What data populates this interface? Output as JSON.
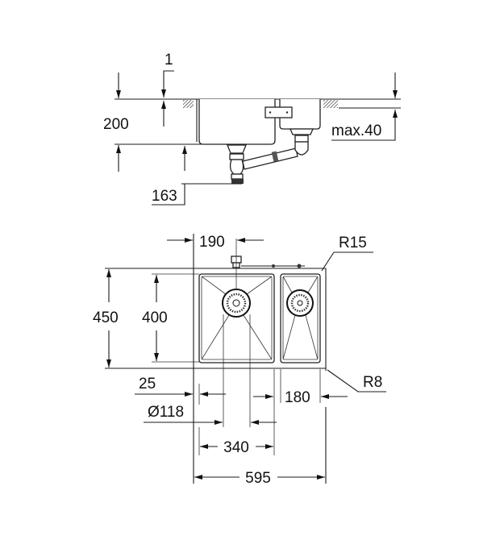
{
  "title": "Double bowl undermount sink dimension drawing",
  "side_view": {
    "dim_thickness": "1",
    "dim_depth": "200",
    "dim_countertop": "max.40",
    "dim_drain": "163"
  },
  "plan_view": {
    "dim_drain_offset": "190",
    "dim_outer_depth": "450",
    "dim_inner_depth": "400",
    "dim_corner_inner": "R15",
    "dim_corner_outer": "R8",
    "dim_flange": "25",
    "dim_drain_diameter": "Ø118",
    "dim_small_bowl": "180",
    "dim_big_bowl": "340",
    "dim_total_width": "595"
  }
}
